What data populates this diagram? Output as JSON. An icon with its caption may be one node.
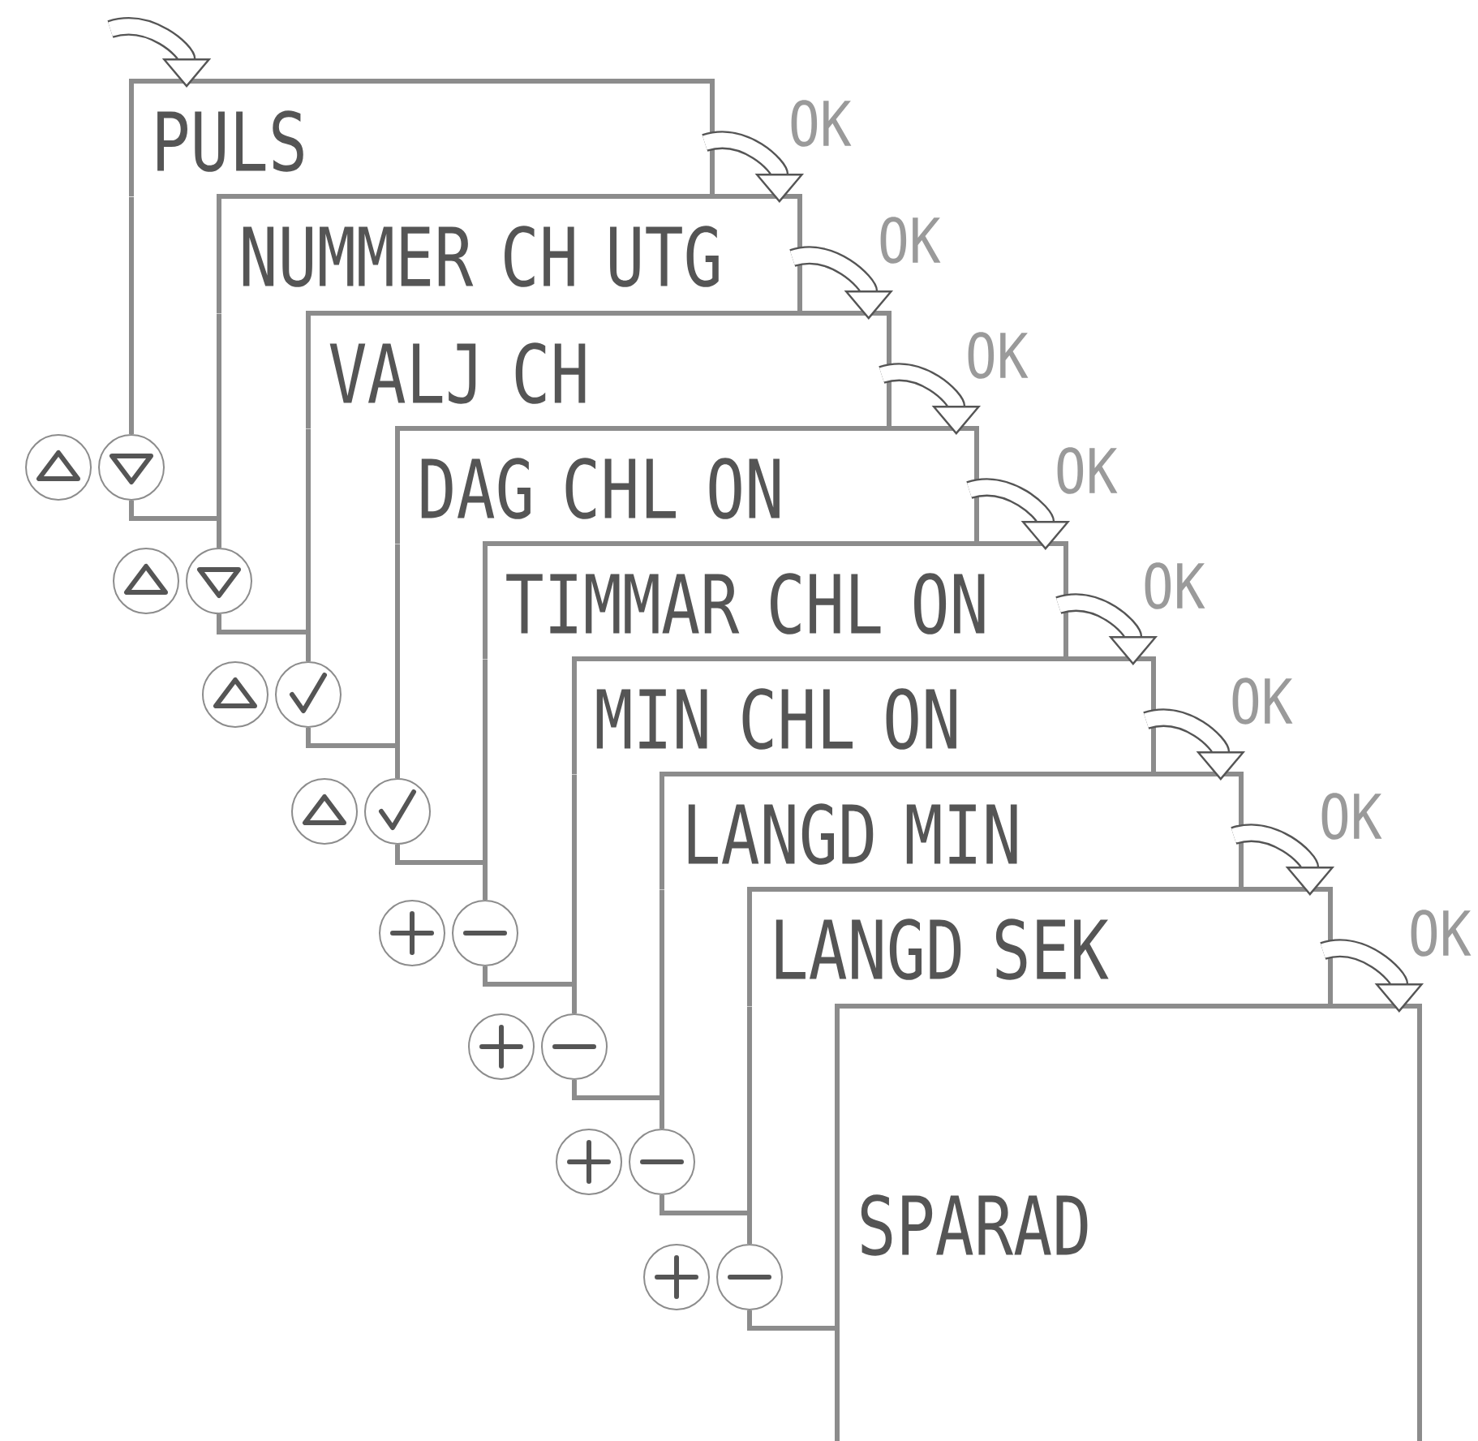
{
  "diagram": {
    "nodes": [
      {
        "text": [
          "PULS"
        ]
      },
      {
        "text": [
          "NUMMER CH UTG"
        ]
      },
      {
        "text": [
          "VALJ CH"
        ]
      },
      {
        "text": [
          "DAG CHL ON"
        ]
      },
      {
        "text": [
          "TIMMAR CHL ON"
        ]
      },
      {
        "text": [
          "MIN CHL ON"
        ]
      },
      {
        "text": [
          "LANGD MIN"
        ]
      },
      {
        "text": [
          "LANGD SEK"
        ]
      },
      {
        "text": [
          "SPARAD"
        ]
      },
      {
        "text": [],
        "shape": "circle"
      },
      {
        "text": [],
        "shape": "circle"
      },
      {
        "text": [],
        "shape": "circle"
      },
      {
        "text": [],
        "shape": "circle"
      },
      {
        "text": [],
        "shape": "circle"
      },
      {
        "text": [],
        "shape": "circle"
      },
      {
        "text": [],
        "shape": "circle"
      },
      {
        "text": [],
        "shape": "circle"
      },
      {
        "text": [],
        "shape": "circle"
      },
      {
        "text": [],
        "shape": "circle"
      },
      {
        "text": [],
        "shape": "circle"
      },
      {
        "text": [],
        "shape": "circle"
      },
      {
        "text": [],
        "shape": "circle"
      },
      {
        "text": [],
        "shape": "circle"
      },
      {
        "text": [],
        "shape": "circle"
      },
      {
        "text": [],
        "shape": "circle"
      }
    ],
    "edges": [
      {
        "from": null,
        "to": 0,
        "arrow": "to",
        "style": "thick"
      },
      {
        "from": 0,
        "to": 1,
        "arrow": "to",
        "label": "OK",
        "style": "thick"
      },
      {
        "from": 1,
        "to": 2,
        "arrow": "to",
        "label": "OK",
        "style": "thick"
      },
      {
        "from": 2,
        "to": 3,
        "arrow": "to",
        "label": "OK",
        "style": "thick"
      },
      {
        "from": 3,
        "to": 4,
        "arrow": "to",
        "label": "OK",
        "style": "thick"
      },
      {
        "from": 4,
        "to": 5,
        "arrow": "to",
        "label": "OK",
        "style": "thick"
      },
      {
        "from": 5,
        "to": 6,
        "arrow": "to",
        "label": "OK",
        "style": "thick"
      },
      {
        "from": 6,
        "to": 7,
        "arrow": "to",
        "label": "OK",
        "style": "thick"
      },
      {
        "from": 7,
        "to": 8,
        "arrow": "to",
        "label": "OK",
        "style": "thick"
      },
      {
        "from": 0,
        "to": 10,
        "arrow": "none"
      },
      {
        "from": 10,
        "to": 1,
        "arrow": "none"
      },
      {
        "from": 1,
        "to": 12,
        "arrow": "none"
      },
      {
        "from": 12,
        "to": 2,
        "arrow": "none"
      },
      {
        "from": 2,
        "to": 14,
        "arrow": "none"
      },
      {
        "from": 14,
        "to": 3,
        "arrow": "none"
      },
      {
        "from": 3,
        "to": 16,
        "arrow": "none"
      },
      {
        "from": 16,
        "to": 4,
        "arrow": "none"
      },
      {
        "from": 4,
        "to": 18,
        "arrow": "none"
      },
      {
        "from": 18,
        "to": 5,
        "arrow": "none"
      },
      {
        "from": 5,
        "to": 20,
        "arrow": "none"
      },
      {
        "from": 20,
        "to": 6,
        "arrow": "none"
      },
      {
        "from": 6,
        "to": 22,
        "arrow": "none"
      },
      {
        "from": 22,
        "to": 7,
        "arrow": "none"
      },
      {
        "from": 7,
        "to": 24,
        "arrow": "none"
      },
      {
        "from": 24,
        "to": 8,
        "arrow": "none"
      }
    ]
  }
}
